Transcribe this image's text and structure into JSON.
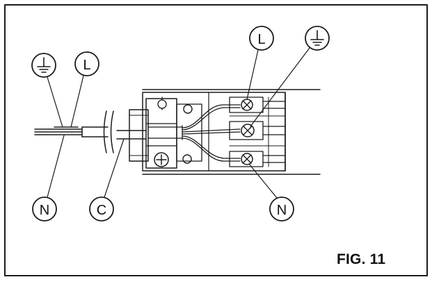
{
  "figure": {
    "caption": "FIG. 11"
  },
  "callouts": {
    "cable_earth": "⏚",
    "cable_live": "L",
    "cable_neutral": "N",
    "cable_sheath": "C",
    "terminal_live": "L",
    "terminal_earth": "⏚",
    "terminal_neutral": "N"
  },
  "colors": {
    "line": "#1a1a1a",
    "fill": "#ffffff"
  }
}
